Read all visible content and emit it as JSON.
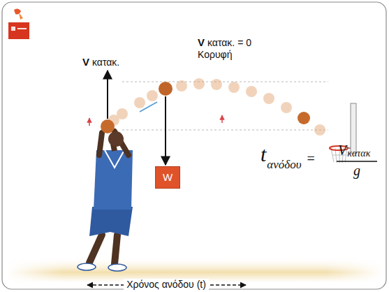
{
  "diagram": {
    "nodes": [
      {
        "text": [
          "W"
        ]
      }
    ],
    "labels": [
      "V",
      "κατακ.",
      "V",
      "κατακ. = 0",
      "Κορυφή",
      "t",
      "ανόδου",
      "=",
      "V",
      "κατακ",
      "g",
      "Χρόνος ανόδου (t)"
    ]
  }
}
